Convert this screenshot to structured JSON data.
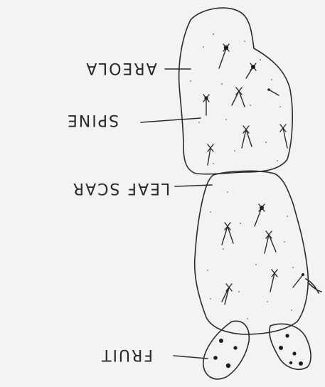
{
  "labels": {
    "areola": "AREOLA",
    "spine": "SPINE",
    "leaf_scar": "LEAF SCAR",
    "fruit": "FRUIT"
  },
  "colors": {
    "paper": "#f4f3f1",
    "pencil": "#2b2b2b"
  }
}
